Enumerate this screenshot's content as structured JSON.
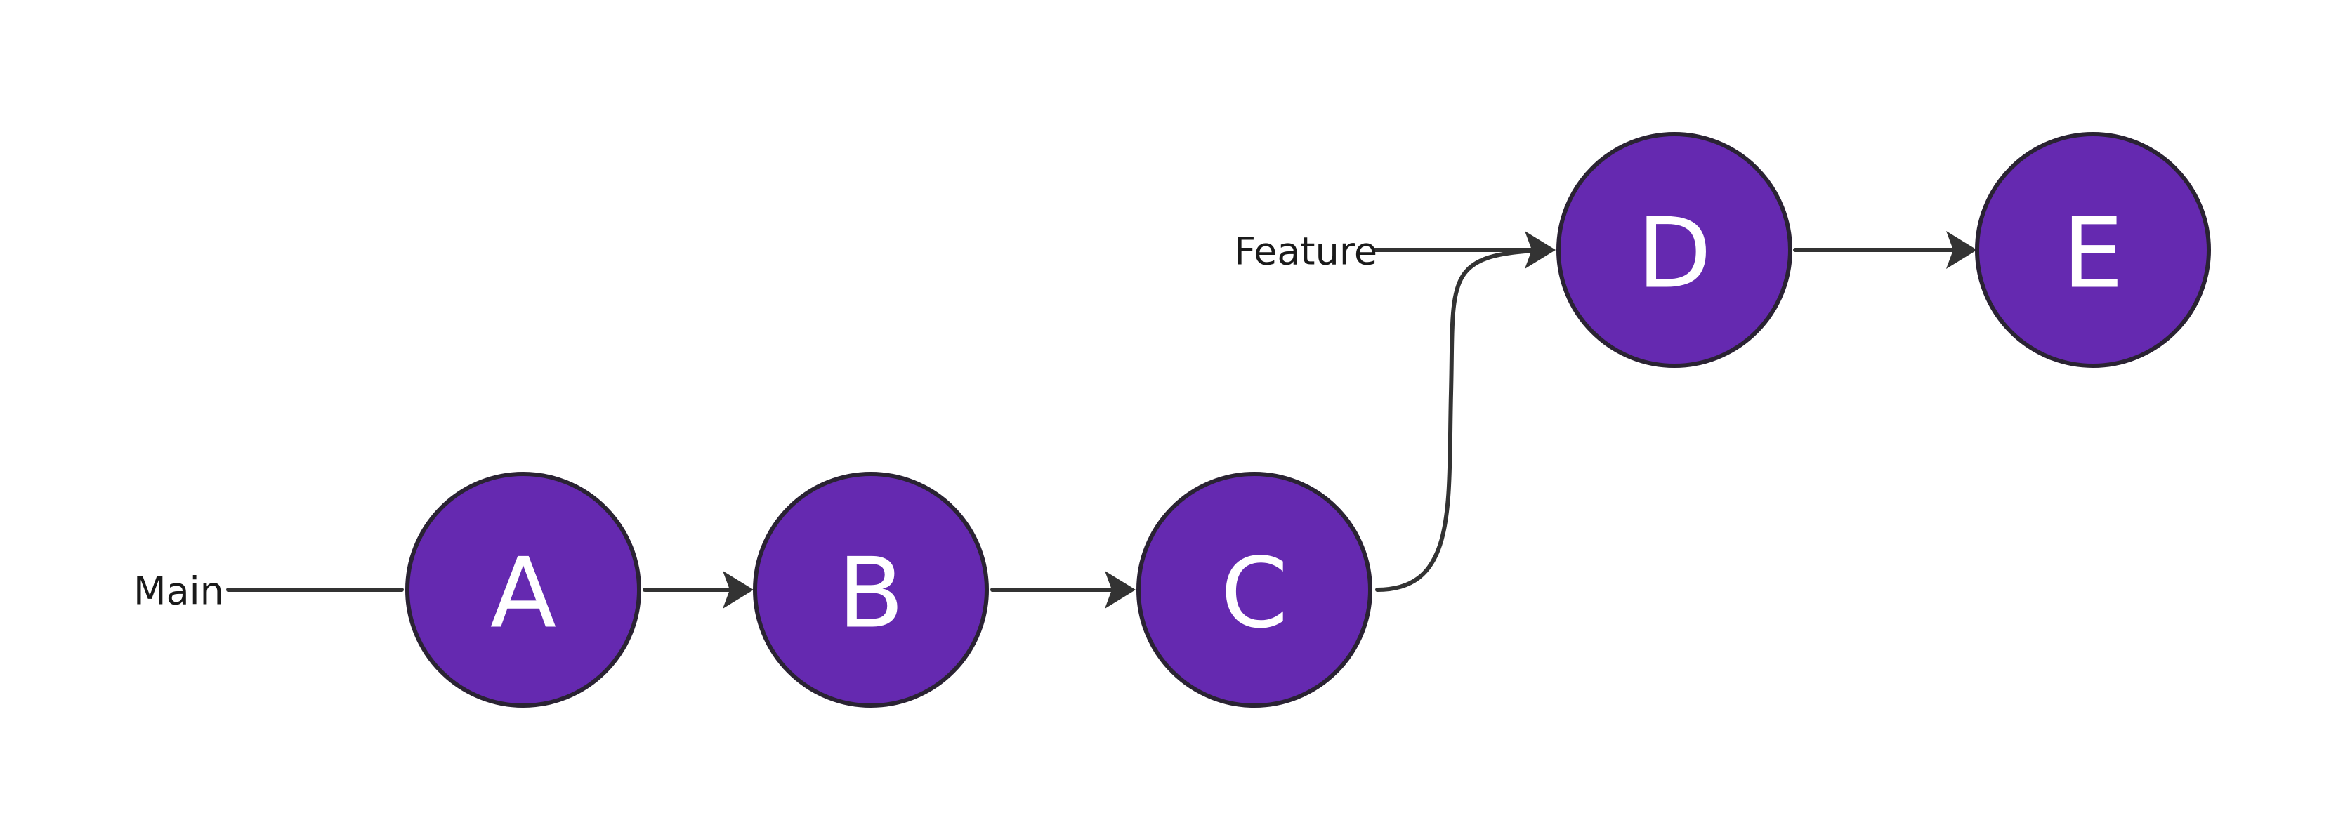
{
  "colors": {
    "node_fill": "#6529b0",
    "node_stroke": "#2a2333",
    "node_text": "#ffffff",
    "edge": "#333333",
    "label_text": "#1a1a1a"
  },
  "branches": {
    "main": "Main",
    "feature": "Feature"
  },
  "nodes": [
    {
      "id": "A",
      "label": "A",
      "branch": "main"
    },
    {
      "id": "B",
      "label": "B",
      "branch": "main"
    },
    {
      "id": "C",
      "label": "C",
      "branch": "main"
    },
    {
      "id": "D",
      "label": "D",
      "branch": "feature"
    },
    {
      "id": "E",
      "label": "E",
      "branch": "feature"
    }
  ],
  "edges": [
    {
      "from": "main-label",
      "to": "A",
      "arrow": false
    },
    {
      "from": "A",
      "to": "B",
      "arrow": true
    },
    {
      "from": "B",
      "to": "C",
      "arrow": true
    },
    {
      "from": "C",
      "to": "D",
      "arrow": true
    },
    {
      "from": "feature-label",
      "to": "D",
      "arrow": true
    },
    {
      "from": "D",
      "to": "E",
      "arrow": true
    }
  ]
}
